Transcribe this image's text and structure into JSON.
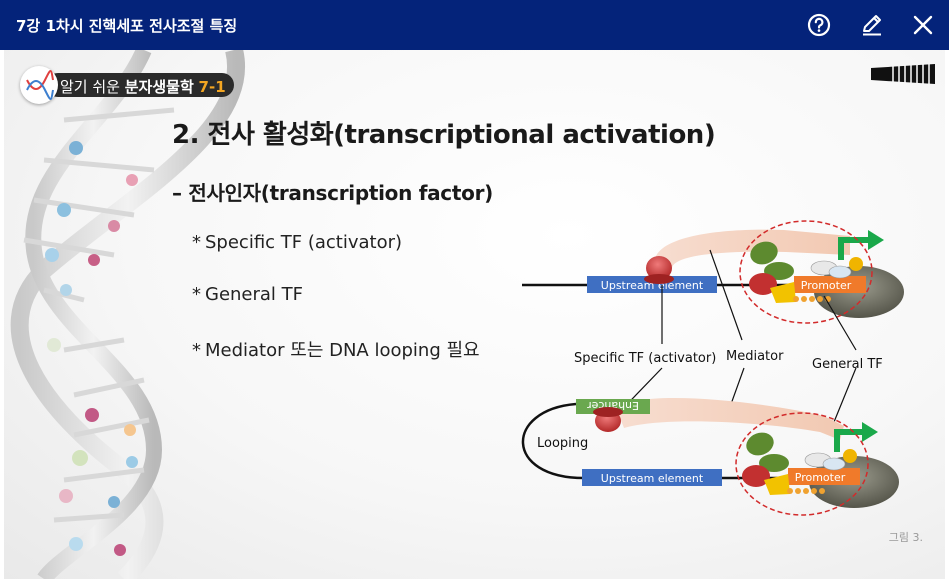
{
  "window": {
    "title": "7강 1차시 진핵세포 전사조절 특징",
    "help_icon": "help-circle-icon",
    "edit_icon": "pencil-icon",
    "close_icon": "close-icon"
  },
  "brand": {
    "prefix": "알기 쉬운 ",
    "name": "분자생물학",
    "number": "7-1"
  },
  "slide": {
    "heading": "2. 전사 활성화(transcriptional activation)",
    "subheading": "– 전사인자(transcription factor)",
    "bullets": [
      "Specific TF (activator)",
      "General TF",
      "Mediator 또는 DNA looping 필요"
    ],
    "bullet_marker": "*",
    "caption": "그림 3."
  },
  "diagram": {
    "upstream_top": "Upstream element",
    "promoter_top": "Promoter",
    "label_specific_tf": "Specific TF (activator)",
    "label_mediator": "Mediator",
    "label_general_tf": "General TF",
    "enhancer": "Enhancer",
    "looping": "Looping",
    "upstream_bottom": "Upstream element",
    "promoter_bottom": "Promoter",
    "colors": {
      "upstream_box": "#3f6fc2",
      "promoter_box": "#f07a2a",
      "enhancer_box": "#6aa84f",
      "arrow": "#1aa84a",
      "circle": "#d22b2b",
      "mediator_band": "#f3cdb8"
    }
  }
}
